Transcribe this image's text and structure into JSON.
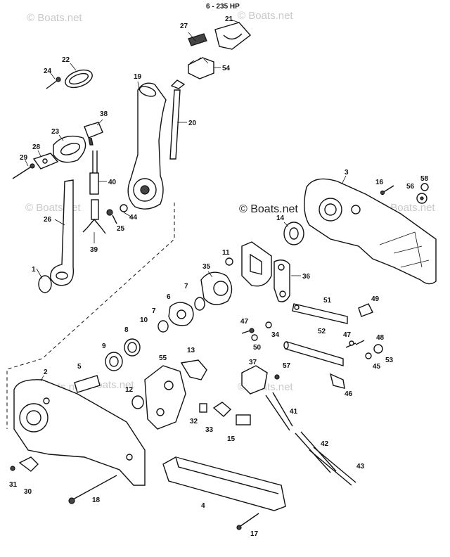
{
  "header": {
    "title": "6 - 235 HP"
  },
  "watermarks": [
    {
      "id": "wm-tl",
      "text": "© Boats.net"
    },
    {
      "id": "wm-tr",
      "text": "© Boats.net"
    },
    {
      "id": "wm-center",
      "text": "© Boats.net"
    },
    {
      "id": "wm-left",
      "text": "© Boats.net"
    },
    {
      "id": "wm-right",
      "text": "© Boats.net"
    },
    {
      "id": "wm-bl",
      "text": "© Boats.net"
    },
    {
      "id": "wm-mid",
      "text": "© Boats.net"
    },
    {
      "id": "wm-br",
      "text": "© Boats.net"
    }
  ],
  "callouts": {
    "c1": "1",
    "c2": "2",
    "c3": "3",
    "c4": "4",
    "c5": "5",
    "c6": "6",
    "c7": "7",
    "c8": "8",
    "c9": "9",
    "c10": "10",
    "c11": "11",
    "c12": "12",
    "c13": "13",
    "c14": "14",
    "c15": "15",
    "c16": "16",
    "c17": "17",
    "c18": "18",
    "c19": "19",
    "c20": "20",
    "c21": "21",
    "c22": "22",
    "c23": "23",
    "c24": "24",
    "c25": "25",
    "c26": "26",
    "c27": "27",
    "c28": "28",
    "c29": "29",
    "c30": "30",
    "c31": "31",
    "c32": "32",
    "c33": "33",
    "c34": "34",
    "c35": "35",
    "c36": "36",
    "c37": "37",
    "c38": "38",
    "c39": "39",
    "c40": "40",
    "c41": "41",
    "c42": "42",
    "c43": "43",
    "c44": "44",
    "c45": "45",
    "c46": "46",
    "c47a": "47",
    "c47b": "47",
    "c48": "48",
    "c49": "49",
    "c50": "50",
    "c51": "51",
    "c52": "52",
    "c53": "53",
    "c54": "54",
    "c55": "55",
    "c56": "56",
    "c57": "57",
    "c58": "58"
  }
}
